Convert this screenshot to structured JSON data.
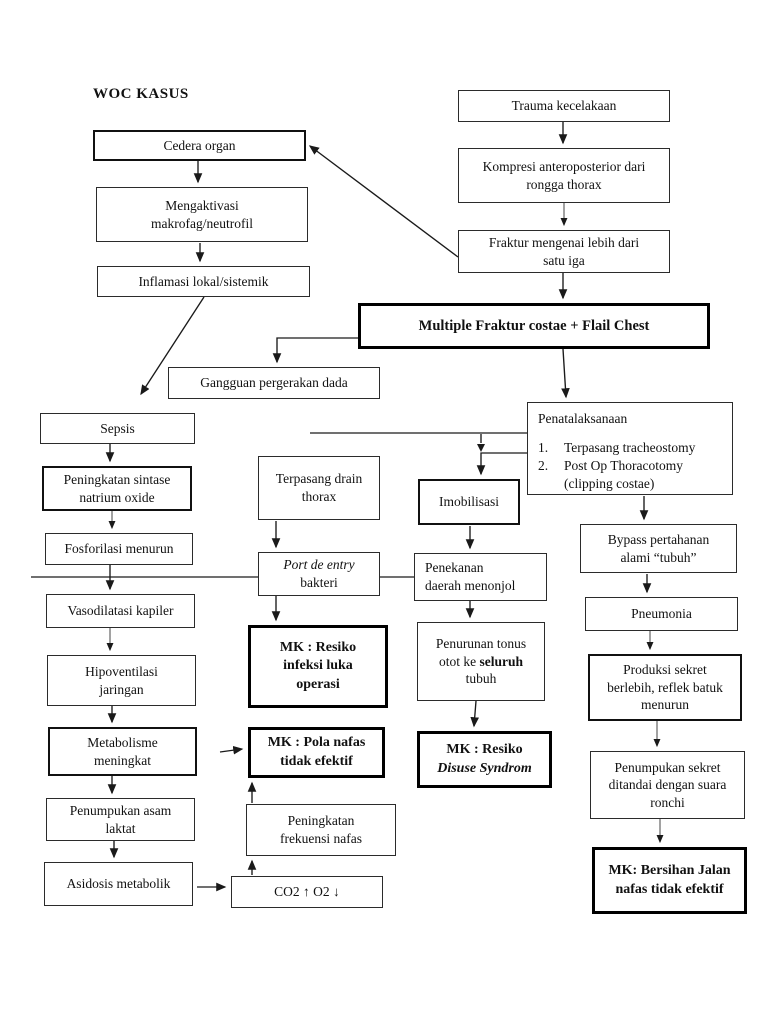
{
  "page": {
    "title": "WOC KASUS"
  },
  "colors": {
    "ink": "#1a1a1a",
    "page_bg": "#ffffff"
  },
  "nodes": {
    "cedera_organ": {
      "label": "Cedera organ"
    },
    "mengaktivasi": {
      "label": "Mengaktivasi\nmakrofag/neutrofil"
    },
    "inflamasi": {
      "label": "Inflamasi lokal/sistemik"
    },
    "trauma": {
      "label": "Trauma kecelakaan"
    },
    "kompresi": {
      "label": "Kompresi anteroposterior dari\nrongga thorax"
    },
    "fraktur": {
      "label": "Fraktur mengenai lebih dari\nsatu iga"
    },
    "multiple_fraktur": {
      "label": "Multiple Fraktur costae + Flail Chest"
    },
    "gangguan": {
      "label": "Gangguan pergerakan dada"
    },
    "penatalaksanaan": {
      "title": "Penatalaksanaan",
      "item1_num": "1.",
      "item1_text": "Terpasang tracheostomy",
      "item2_num": "2.",
      "item2_text": "Post Op Thoracotomy\n(clipping costae)"
    },
    "sepsis": {
      "label": "Sepsis"
    },
    "sintase": {
      "label": "Peningkatan sintase\nnatrium oxide"
    },
    "fosforilasi": {
      "label": "Fosforilasi menurun"
    },
    "vasodilatasi": {
      "label": "Vasodilatasi kapiler"
    },
    "hipoventilasi": {
      "label": "Hipoventilasi\njaringan"
    },
    "metabolisme": {
      "label": "Metabolisme\nmeningkat"
    },
    "penumpukan_asam": {
      "label": "Penumpukan asam\nlaktat"
    },
    "asidosis": {
      "label": "Asidosis metabolik"
    },
    "drain": {
      "label": "Terpasang drain\nthorax"
    },
    "port_de_entry": {
      "line1_italic": "Port de entry",
      "line2": "bakteri"
    },
    "mk_infeksi": {
      "label": "MK : Resiko\ninfeksi luka\noperasi"
    },
    "mk_pola": {
      "label": "MK : Pola nafas\ntidak efektif"
    },
    "frekuensi": {
      "label": "Peningkatan\nfrekuensi nafas"
    },
    "co2": {
      "label": "CO2 ↑ O2 ↓"
    },
    "imobilisasi": {
      "label": "Imobilisasi"
    },
    "penekanan": {
      "label": "Penekanan\ndaerah menonjol"
    },
    "penurunan": {
      "line1": "Penurunan tonus",
      "line2_pre": "otot ke ",
      "line2_bold": "seluruh",
      "line3": "tubuh"
    },
    "mk_disuse": {
      "line1": "MK : Resiko",
      "line2_italic": "Disuse Syndrom"
    },
    "bypass": {
      "label": "Bypass pertahanan\nalami “tubuh”"
    },
    "pneumonia": {
      "label": "Pneumonia"
    },
    "produksi": {
      "label": "Produksi sekret\nberlebih, reflek batuk\nmenurun"
    },
    "penumpukan_sekret": {
      "label": "Penumpukan sekret\nditandai dengan suara\nronchi"
    },
    "mk_bersihan": {
      "label": "MK: Bersihan Jalan\nnafas tidak efektif"
    }
  },
  "edges": [
    {
      "from": "trauma",
      "to": "kompresi"
    },
    {
      "from": "kompresi",
      "to": "fraktur"
    },
    {
      "from": "fraktur",
      "to": "multiple_fraktur"
    },
    {
      "from": "fraktur",
      "to": "cedera_organ"
    },
    {
      "from": "cedera_organ",
      "to": "mengaktivasi"
    },
    {
      "from": "mengaktivasi",
      "to": "inflamasi"
    },
    {
      "from": "inflamasi",
      "to": "sepsis"
    },
    {
      "from": "multiple_fraktur",
      "to": "gangguan"
    },
    {
      "from": "multiple_fraktur",
      "to": "penatalaksanaan"
    },
    {
      "from": "sepsis",
      "to": "sintase"
    },
    {
      "from": "sintase",
      "to": "fosforilasi"
    },
    {
      "from": "fosforilasi",
      "to": "vasodilatasi"
    },
    {
      "from": "vasodilatasi",
      "to": "hipoventilasi"
    },
    {
      "from": "hipoventilasi",
      "to": "metabolisme"
    },
    {
      "from": "metabolisme",
      "to": "penumpukan_asam"
    },
    {
      "from": "penumpukan_asam",
      "to": "asidosis"
    },
    {
      "from": "asidosis",
      "to": "co2"
    },
    {
      "from": "co2",
      "to": "frekuensi"
    },
    {
      "from": "frekuensi",
      "to": "mk_pola"
    },
    {
      "from": "metabolisme",
      "to": "mk_pola"
    },
    {
      "from": "penatalaksanaan",
      "to": "drain"
    },
    {
      "from": "drain",
      "to": "port_de_entry"
    },
    {
      "from": "port_de_entry",
      "to": "mk_infeksi"
    },
    {
      "from": "penatalaksanaan",
      "to": "imobilisasi"
    },
    {
      "from": "imobilisasi",
      "to": "penekanan"
    },
    {
      "from": "penekanan",
      "to": "penurunan"
    },
    {
      "from": "penurunan",
      "to": "mk_disuse"
    },
    {
      "from": "penatalaksanaan",
      "to": "bypass"
    },
    {
      "from": "bypass",
      "to": "pneumonia"
    },
    {
      "from": "pneumonia",
      "to": "produksi"
    },
    {
      "from": "produksi",
      "to": "penumpukan_sekret"
    },
    {
      "from": "penumpukan_sekret",
      "to": "mk_bersihan"
    }
  ]
}
